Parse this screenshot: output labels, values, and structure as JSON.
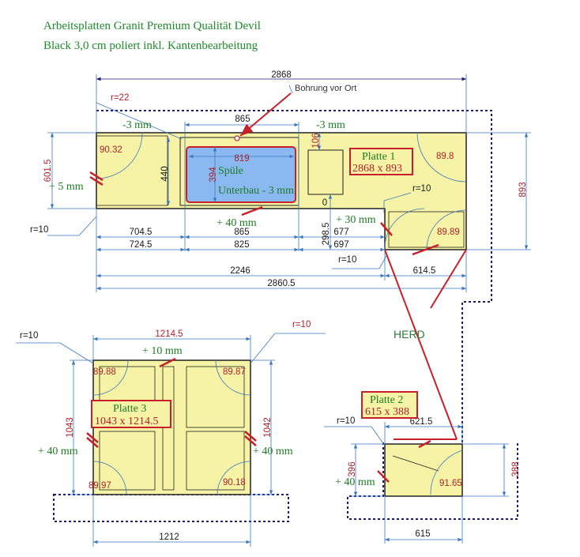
{
  "title": {
    "line1": "Arbeitsplatten Granit Premium Qualität Devil",
    "line2": "Black 3,0 cm poliert inkl. Kantenbearbeitung"
  },
  "colors": {
    "plate_fill": "#f7f3a6",
    "sink_fill": "#8ab8f0",
    "title_green": "#1d8a2a",
    "red": "#c8202a",
    "dim_line": "#3a78c0",
    "outline_navy": "#1a1a6e"
  },
  "plate1": {
    "label": "Platte 1",
    "size": "2868 x 893",
    "dim_total": "2868",
    "bohrung": "Bohrung vor Ort",
    "r22": "r=22",
    "minus3_left": "-3 mm",
    "minus3_right": "-3 mm",
    "dim_865_top": "865",
    "dim_819": "819",
    "dim_394": "394",
    "dim_440": "440",
    "dim_106": "106",
    "dim_6015": "601.5",
    "dim_893": "893",
    "plus5": "+ 5 mm",
    "spuele": "Spüle",
    "unterbau": "Unterbau - 3 mm",
    "angle_9032": "90.32",
    "angle_898": "89.8",
    "angle_8989": "89.89",
    "r10_left": "r=10",
    "r10_right": "r=10",
    "r10_bottom": "r=10",
    "plus40": "+ 40 mm",
    "plus30": "+ 30 mm",
    "dim_2985": "298.5",
    "dim_0": "0",
    "dim_7045": "704.5",
    "dim_865_bottom": "865",
    "dim_677": "677",
    "dim_697": "697",
    "dim_7245": "724.5",
    "dim_825": "825",
    "dim_2246": "2246",
    "dim_6145": "614.5",
    "dim_28605": "2860.5"
  },
  "plate3": {
    "label": "Platte 3",
    "size": "1043 x 1214.5",
    "r10_left": "r=10",
    "r10_right": "r=10",
    "dim_width_top": "1214.5",
    "plus10": "+ 10 mm",
    "angle_tl": "89.88",
    "angle_tr": "89.87",
    "angle_bl": "89.97",
    "angle_br": "90.18",
    "dim_1043": "1043",
    "dim_1042": "1042",
    "plus40_left": "+ 40 mm",
    "plus40_right": "+ 40 mm",
    "dim_1212": "1212"
  },
  "plate2": {
    "label": "Platte 2",
    "size": "615 x 388",
    "herd": "HERD",
    "r10": "r=10",
    "dim_6215": "621.5",
    "dim_396": "396",
    "dim_388": "388",
    "plus40": "+ 40 mm",
    "angle": "91.65",
    "dim_615": "615"
  }
}
